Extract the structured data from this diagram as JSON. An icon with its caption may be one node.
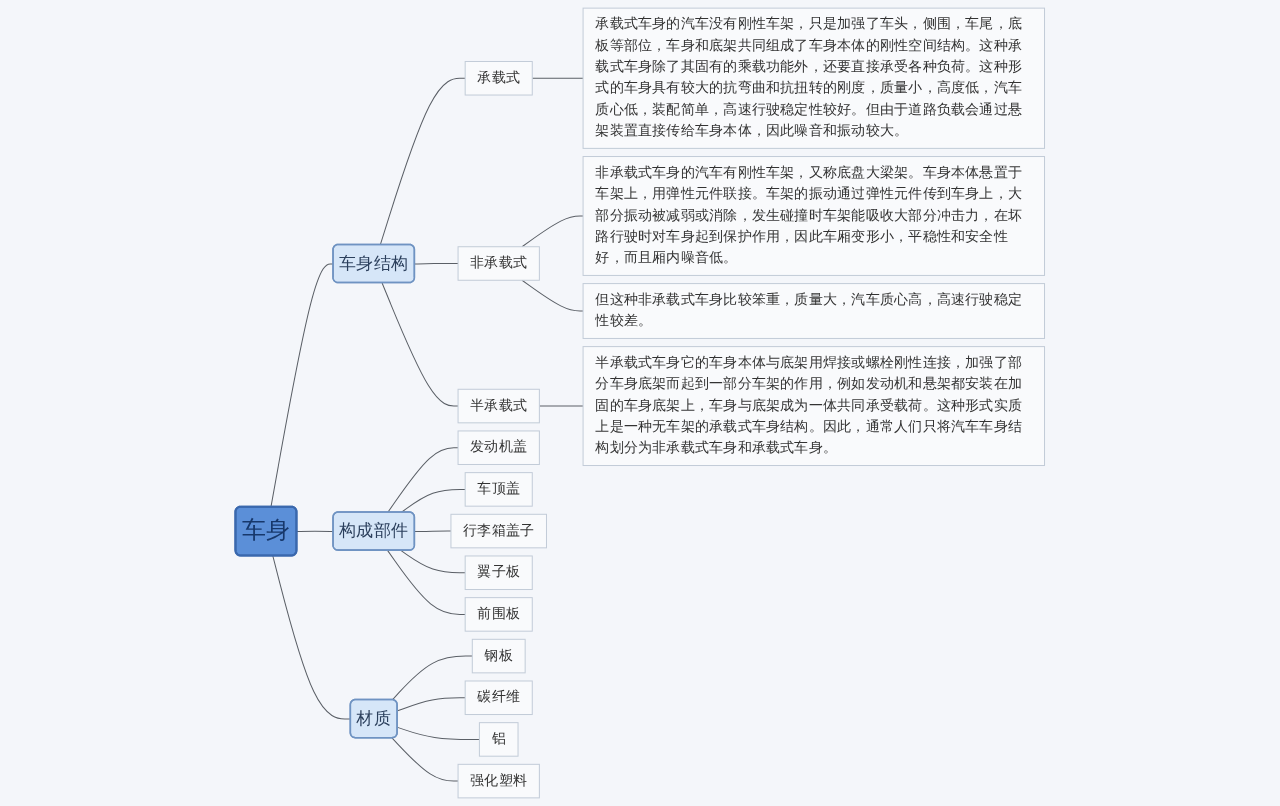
{
  "diagram": {
    "nodes": [
      {
        "text": [
          "车身"
        ]
      },
      {
        "text": [
          "车身结构"
        ]
      },
      {
        "text": [
          "承载式"
        ]
      },
      {
        "text": [
          "承载式车身的汽车没有刚性车架，只是加强了车头，侧围，车尾，底板等部位，车身和底架共同组成了车身本体的刚性空间结构。这种承载式车身除了其固有的乘载功能外，还要直接承受各种负荷。这种形式的车身具有较大的抗弯曲和抗扭转的刚度，质量小，高度低，汽车质心低，装配简单，高速行驶稳定性较好。但由于道路负载会通过悬架装置直接传给车身本体，因此噪音和振动较大。"
        ]
      },
      {
        "text": [
          "非承载式"
        ]
      },
      {
        "text": [
          "非承载式车身的汽车有刚性车架，又称底盘大梁架。车身本体悬置于车架上，用弹性元件联接。车架的振动通过弹性元件传到车身上，大部分振动被减弱或消除，发生碰撞时车架能吸收大部分冲击力，在坏路行驶时对车身起到保护作用，因此车厢变形小，平稳性和安全性好，而且厢内噪音低。"
        ]
      },
      {
        "text": [
          "但这种非承载式车身比较笨重，质量大，汽车质心高，高速行驶稳定性较差。"
        ]
      },
      {
        "text": [
          "半承载式"
        ]
      },
      {
        "text": [
          "半承载式车身它的车身本体与底架用焊接或螺栓刚性连接，加强了部分车身底架而起到一部分车架的作用，例如发动机和悬架都安装在加固的车身底架上，车身与底架成为一体共同承受载荷。这种形式实质上是一种无车架的承载式车身结构。因此，通常人们只将汽车车身结构划分为非承载式车身和承载式车身。"
        ]
      },
      {
        "text": [
          "构成部件"
        ]
      },
      {
        "text": [
          "发动机盖"
        ]
      },
      {
        "text": [
          "车顶盖"
        ]
      },
      {
        "text": [
          "行李箱盖子"
        ]
      },
      {
        "text": [
          "翼子板"
        ]
      },
      {
        "text": [
          "前围板"
        ]
      },
      {
        "text": [
          "材质"
        ]
      },
      {
        "text": [
          "钢板"
        ]
      },
      {
        "text": [
          "碳纤维"
        ]
      },
      {
        "text": [
          "铝"
        ]
      },
      {
        "text": [
          "强化塑料"
        ]
      }
    ],
    "edges": [
      {
        "from": 0,
        "to": 1,
        "arrow": "none"
      },
      {
        "from": 1,
        "to": 2,
        "arrow": "none"
      },
      {
        "from": 2,
        "to": 3,
        "arrow": "none"
      },
      {
        "from": 1,
        "to": 4,
        "arrow": "none"
      },
      {
        "from": 4,
        "to": 5,
        "arrow": "none"
      },
      {
        "from": 4,
        "to": 6,
        "arrow": "none"
      },
      {
        "from": 1,
        "to": 7,
        "arrow": "none"
      },
      {
        "from": 7,
        "to": 8,
        "arrow": "none"
      },
      {
        "from": 0,
        "to": 9,
        "arrow": "none"
      },
      {
        "from": 9,
        "to": 10,
        "arrow": "none"
      },
      {
        "from": 9,
        "to": 11,
        "arrow": "none"
      },
      {
        "from": 9,
        "to": 12,
        "arrow": "none"
      },
      {
        "from": 9,
        "to": 13,
        "arrow": "none"
      },
      {
        "from": 9,
        "to": 14,
        "arrow": "none"
      },
      {
        "from": 0,
        "to": 15,
        "arrow": "none"
      },
      {
        "from": 15,
        "to": 16,
        "arrow": "none"
      },
      {
        "from": 15,
        "to": 17,
        "arrow": "none"
      },
      {
        "from": 15,
        "to": 18,
        "arrow": "none"
      },
      {
        "from": 15,
        "to": 19,
        "arrow": "none"
      }
    ]
  }
}
